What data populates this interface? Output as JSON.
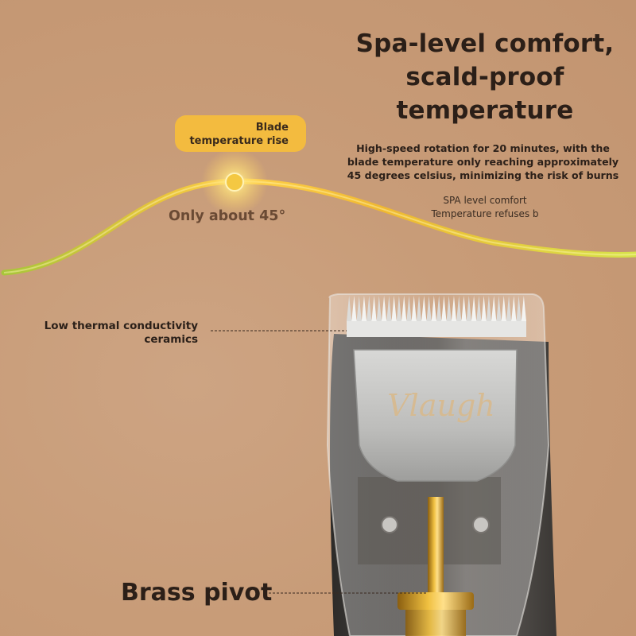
{
  "headline": {
    "line1": "Spa-level comfort,",
    "line2": "scald-proof",
    "line3": "temperature"
  },
  "description": {
    "line1": "High-speed rotation for 20 minutes, with the",
    "line2": "blade temperature only reaching approximately",
    "line3": "45 degrees celsius, minimizing the risk of burns"
  },
  "subtext": {
    "line1": "SPA level comfort",
    "line2": "Temperature refuses b"
  },
  "callout": {
    "line1": "Blade",
    "line2": "temperature rise"
  },
  "temperature_label": "Only about 45°",
  "ceramics_label": {
    "line1": "Low thermal conductivity",
    "line2": "ceramics"
  },
  "brass_label": "Brass pivot",
  "brand_logo": "Vlaugh",
  "colors": {
    "background": "#c89c78",
    "callout_fill": "#f3bb3f",
    "curve_start": "#9cc13a",
    "curve_peak": "#f7c63a",
    "curve_end": "#d9e24a",
    "brass": "#d4a024",
    "blade": "#c9c9c7"
  }
}
